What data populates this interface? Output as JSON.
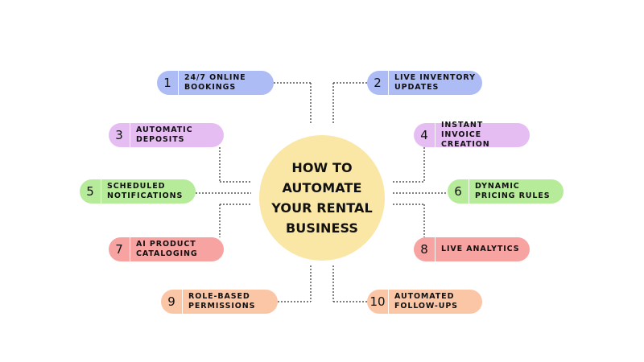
{
  "center_title": "HOW TO\nAUTOMATE\nYOUR RENTAL\nBUSINESS",
  "colors": {
    "center": "#fae7a6",
    "blue": "#aebcf6",
    "purple": "#e5bdf2",
    "green": "#b6eb9a",
    "red": "#f7a3a1",
    "orange": "#fbc6a6",
    "connector": "#333333"
  },
  "items": [
    {
      "number": "1",
      "label": "24/7 ONLINE\nBOOKINGS",
      "color": "blue"
    },
    {
      "number": "2",
      "label": "LIVE INVENTORY\nUPDATES",
      "color": "blue"
    },
    {
      "number": "3",
      "label": "AUTOMATIC\nDEPOSITS",
      "color": "purple"
    },
    {
      "number": "4",
      "label": "INSTANT INVOICE\nCREATION",
      "color": "purple"
    },
    {
      "number": "5",
      "label": "SCHEDULED\nNOTIFICATIONS",
      "color": "green"
    },
    {
      "number": "6",
      "label": "DYNAMIC\nPRICING RULES",
      "color": "green"
    },
    {
      "number": "7",
      "label": "AI PRODUCT\nCATALOGING",
      "color": "red"
    },
    {
      "number": "8",
      "label": "LIVE ANALYTICS",
      "color": "red"
    },
    {
      "number": "9",
      "label": "ROLE-BASED\nPERMISSIONS",
      "color": "orange"
    },
    {
      "number": "10",
      "label": "AUTOMATED\nFOLLOW-UPS",
      "color": "orange"
    }
  ]
}
